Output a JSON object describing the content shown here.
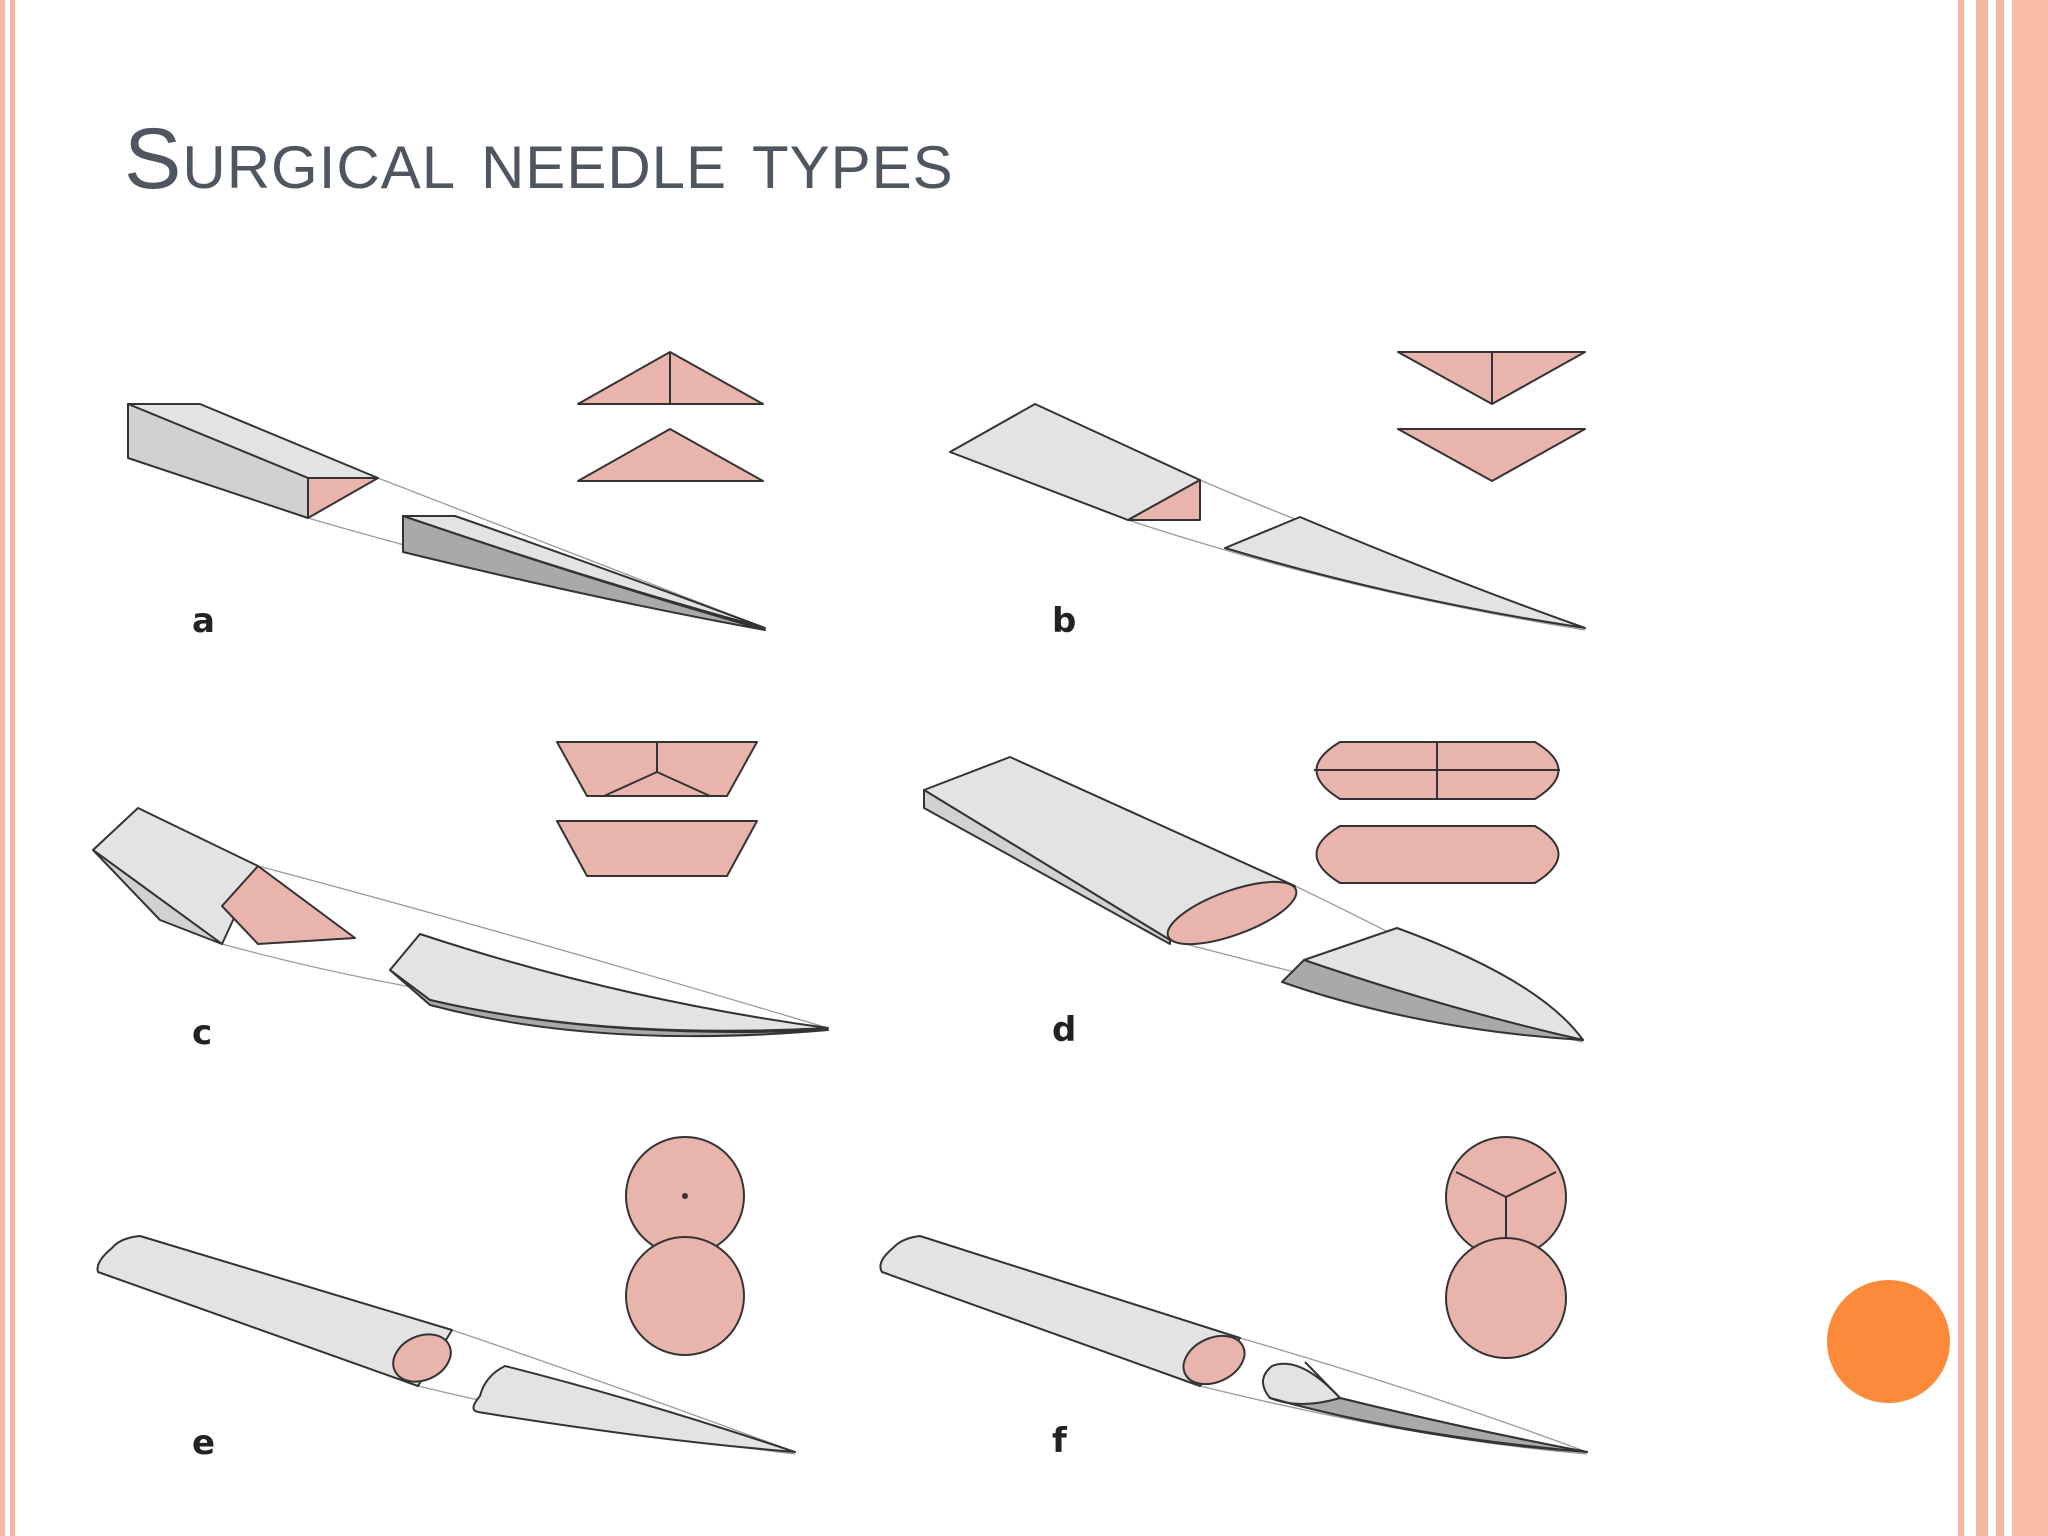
{
  "slide": {
    "title": "Surgical needle types",
    "colors": {
      "border": "#f6b7a0",
      "title": "#4f5660",
      "accent_dot": "#fd8a3a",
      "cross_section": "#e8b4ac"
    }
  },
  "figure": {
    "panels": [
      {
        "id": "a",
        "label": "a"
      },
      {
        "id": "b",
        "label": "b"
      },
      {
        "id": "c",
        "label": "c"
      },
      {
        "id": "d",
        "label": "d"
      },
      {
        "id": "e",
        "label": "e"
      },
      {
        "id": "f",
        "label": "f"
      }
    ]
  }
}
